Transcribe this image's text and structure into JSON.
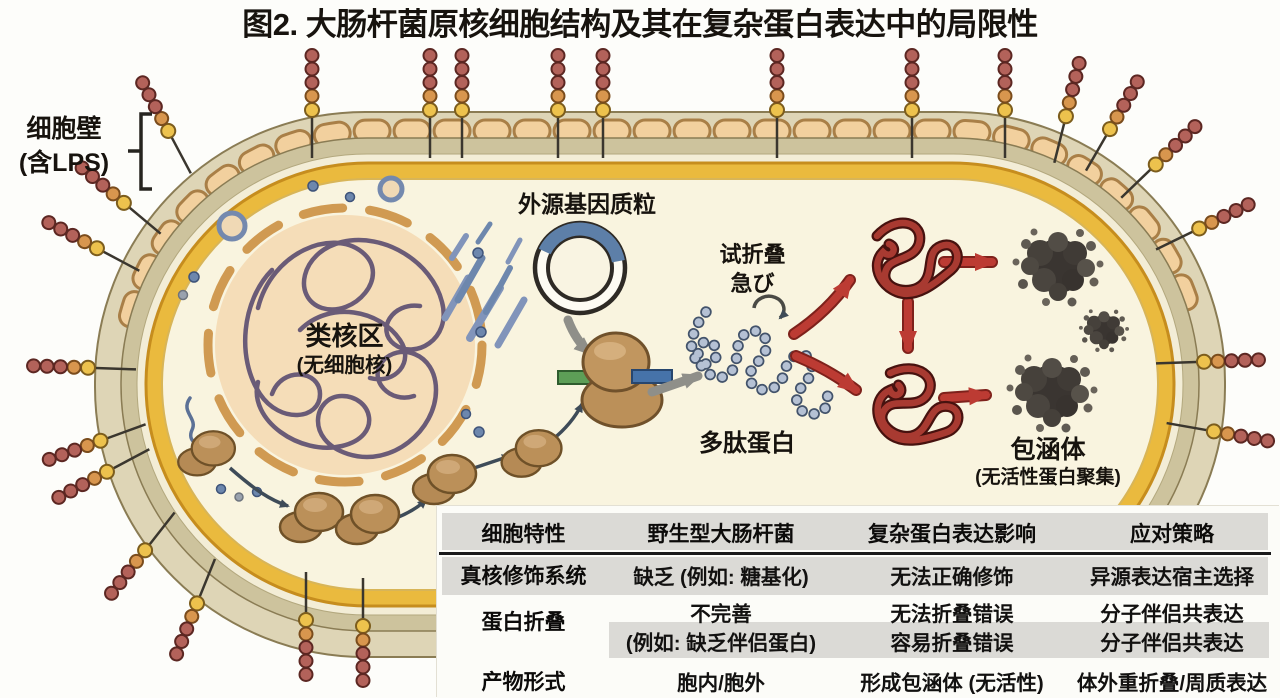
{
  "title": "图2. 大肠杆菌原核细胞结构及其在复杂蛋白表达中的局限性",
  "labels": {
    "cell_wall_line1": "细胞壁",
    "cell_wall_line2": "(含LPS)",
    "nucleoid_line1": "类核区",
    "nucleoid_line2": "(无细胞核)",
    "plasmid": "外源基因质粒",
    "folding_line1": "试折叠",
    "folding_line2": "急び",
    "polypeptide": "多肽蛋白",
    "inclusion_line1": "包涵体",
    "inclusion_line2": "(无活性蛋白聚集)"
  },
  "table": {
    "headers": [
      "细胞特性",
      "野生型大肠杆菌",
      "复杂蛋白表达影响",
      "应对策略"
    ],
    "rows": [
      {
        "feature": "真核修饰系统",
        "wildtype": "缺乏 (例如: 糖基化)",
        "impact": "无法正确修饰",
        "strategy": "异源表达宿主选择"
      },
      {
        "feature": "蛋白折叠",
        "wildtype": "不完善",
        "impact": "无法折叠错误",
        "strategy": "分子伴侣共表达"
      },
      {
        "feature": "",
        "wildtype": "(例如: 缺乏伴侣蛋白)",
        "impact": "容易折叠错误",
        "strategy": "分子伴侣共表达"
      },
      {
        "feature": "产物形式",
        "wildtype": "胞内/胞外",
        "impact": "形成包涵体 (无活性)",
        "strategy": "体外重折叠/周质表达"
      }
    ]
  },
  "colors": {
    "membrane_gold": "#eaba3e",
    "outer_wall": "#ded5b6",
    "cytoplasm": "#f9f4df",
    "nucleoid_fill": "#f5ddb8",
    "dna_strand": "#6a5b77",
    "ribosome_brown": "#bb9059",
    "polypeptide_bead": "#b5c1d4",
    "red_arrow": "#bc3b33",
    "misfolded_protein": "#a83a31",
    "inclusion_body": "#3a3531",
    "plasmid_insert": "#5d7fa8",
    "table_band": "#dbdad6"
  }
}
